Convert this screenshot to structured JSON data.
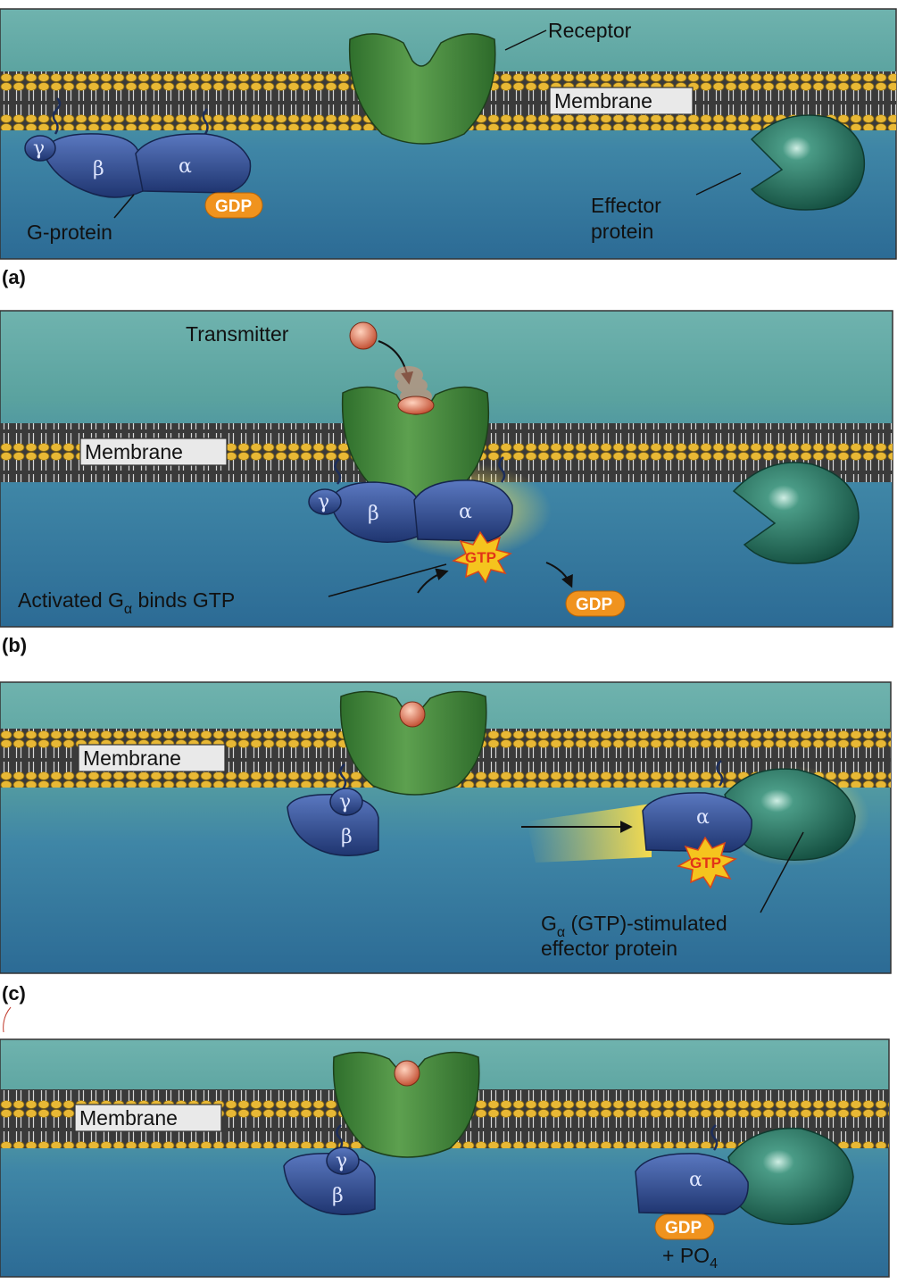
{
  "panels": [
    {
      "tag": "(a)",
      "membrane_label": "Membrane",
      "receptor_label": "Receptor",
      "gprotein_label": "G-protein",
      "effector_label_line1": "Effector",
      "effector_label_line2": "protein",
      "subunits": {
        "gamma": "γ",
        "beta": "β",
        "alpha": "α"
      },
      "nucleotide": "GDP"
    },
    {
      "tag": "(b)",
      "membrane_label": "Membrane",
      "transmitter_label": "Transmitter",
      "activated_label_pre": "Activated G",
      "activated_label_sub": "α",
      "activated_label_post": " binds GTP",
      "subunits": {
        "gamma": "γ",
        "beta": "β",
        "alpha": "α"
      },
      "bound_nucleotide": "GTP",
      "released_nucleotide": "GDP"
    },
    {
      "tag": "(c)",
      "membrane_label": "Membrane",
      "subunits": {
        "gamma": "γ",
        "beta": "β",
        "alpha": "α"
      },
      "bound_nucleotide": "GTP",
      "stimulated_label_pre": "G",
      "stimulated_label_sub": "α",
      "stimulated_label_post": " (GTP)-stimulated",
      "stimulated_label_line2": "effector protein"
    },
    {
      "membrane_label": "Membrane",
      "subunits": {
        "gamma": "γ",
        "beta": "β",
        "alpha": "α"
      },
      "nucleotide": "GDP",
      "phosphate_pre": "+ PO",
      "phosphate_sub": "4"
    }
  ],
  "colors": {
    "medium_top": "#5fa7a4",
    "medium_bottom": "#2b6f96",
    "lipid_head": "#e3b333",
    "receptor": "#3f8a3a",
    "gprotein": "#2f4e8e",
    "effector": "#1f6e5a",
    "gdp": "#f0931e",
    "gtp": "#f0c020",
    "transmitter": "#d96a4a"
  }
}
